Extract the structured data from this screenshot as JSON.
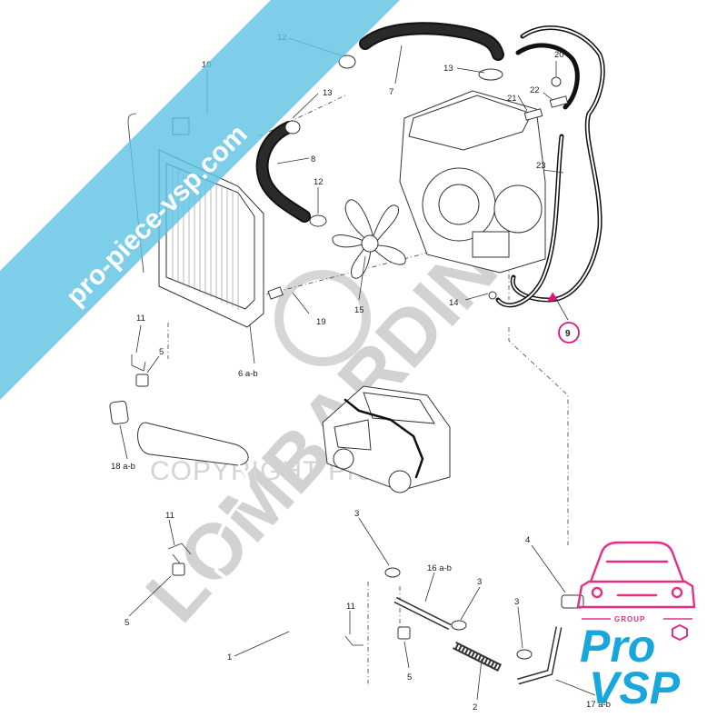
{
  "watermarks": {
    "banner": "pro-piece-vsp.com",
    "diagonal": "LOMBARDINI",
    "copyright": "COPYRIGHT ProVSP"
  },
  "logo": {
    "group": "GROUP",
    "pro": "Pro",
    "vsp": "VSP",
    "colors": {
      "blue": "#18a7dc",
      "pink": "#e62e89"
    }
  },
  "callouts": {
    "c12a": "12",
    "c7": "7",
    "c13a": "13",
    "c20": "20",
    "c21": "21",
    "c22": "22",
    "c10": "10",
    "c13b": "13",
    "c8": "8",
    "c23": "23",
    "c12b": "12",
    "c15": "15",
    "c14": "14",
    "c19": "19",
    "c9": "9",
    "c11a": "11",
    "c5a": "5",
    "c6": "6 a-b",
    "c18": "18 a-b",
    "c11b": "11",
    "c3a": "3",
    "c4": "4",
    "c16": "16 a-b",
    "c3b": "3",
    "c3c": "3",
    "c5b": "5",
    "c11c": "11",
    "c1": "1",
    "c5c": "5",
    "c2": "2",
    "c17": "17 a-b"
  },
  "highlight_color": "#e0147a"
}
